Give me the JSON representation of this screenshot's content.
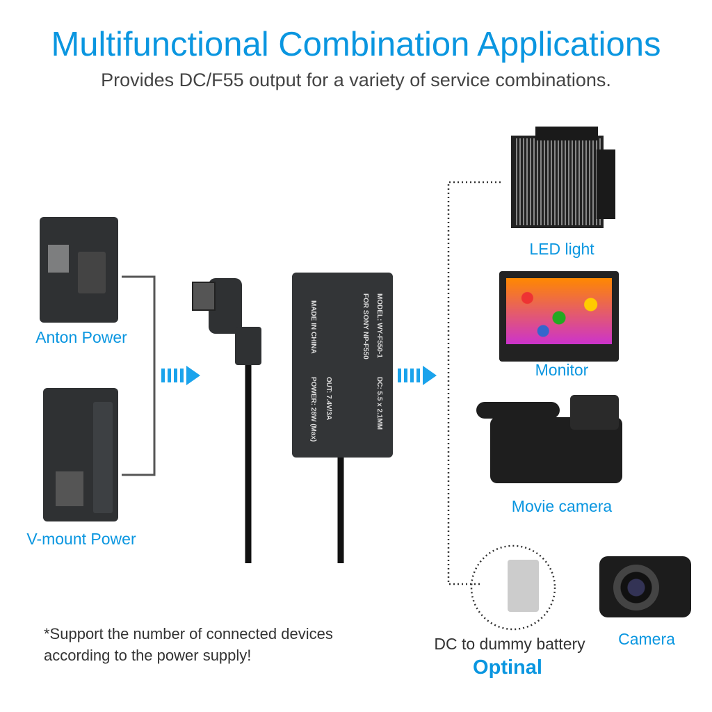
{
  "header": {
    "title": "Multifunctional Combination Applications",
    "subtitle": "Provides DC/F55 output for a variety of service combinations."
  },
  "sources": [
    {
      "label": "Anton Power"
    },
    {
      "label": "V-mount Power"
    }
  ],
  "adapter": {
    "model": "MODEL: WY-F550-1",
    "for": "FOR SONY NP-F550",
    "made": "MADE IN CHINA",
    "dc": "DC: 5.5 x 2.1MM",
    "out": "OUT: 7.4V/3A",
    "power": "POWER: 28W (Max)"
  },
  "devices": [
    {
      "label": "LED light"
    },
    {
      "label": "Monitor"
    },
    {
      "label": "Movie camera"
    },
    {
      "label": "Camera"
    },
    {
      "label": "DC to dummy battery",
      "tag": "Optinal"
    }
  ],
  "footnote": {
    "line1": "*Support the number of connected devices",
    "line2": "according to the power supply!"
  },
  "colors": {
    "accent": "#0a96e0",
    "text": "#444444"
  }
}
